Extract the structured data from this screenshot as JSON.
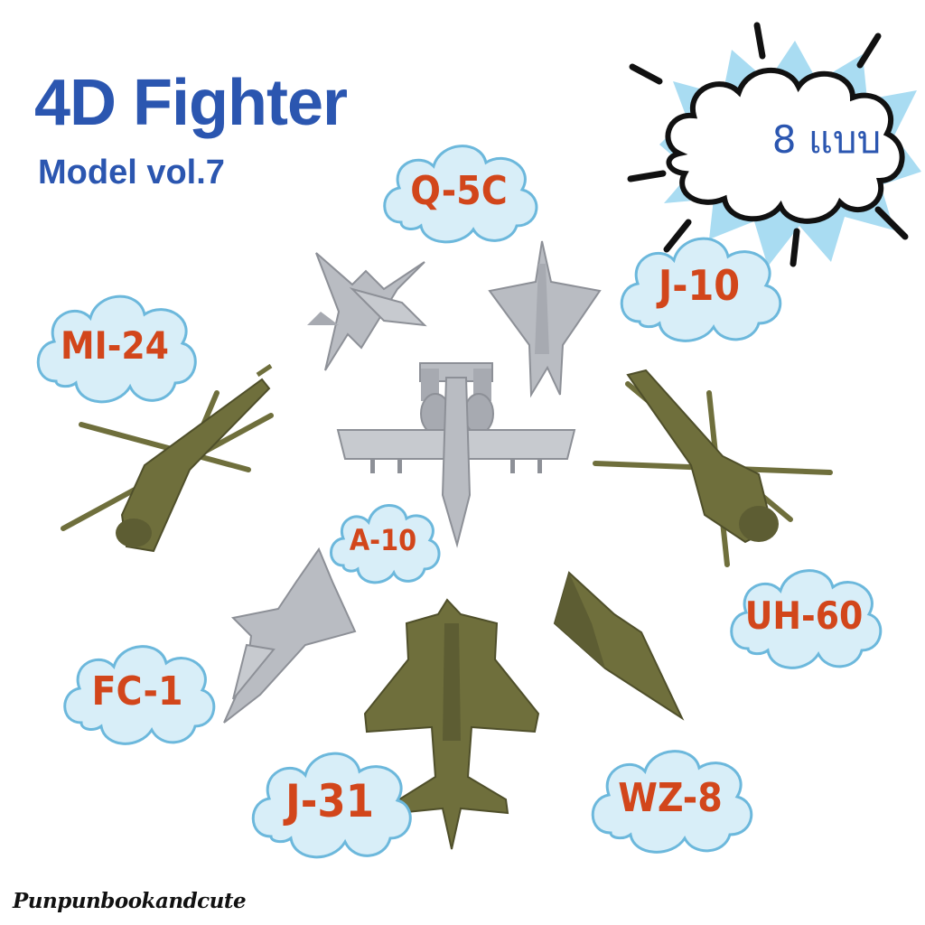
{
  "poster": {
    "title": "4D Fighter",
    "subtitle": "Model vol.7",
    "badge": "8 แบบ",
    "watermark": "Punpunbookandcute"
  },
  "models": [
    {
      "name": "Q-5C"
    },
    {
      "name": "J-10"
    },
    {
      "name": "MI-24"
    },
    {
      "name": "A-10"
    },
    {
      "name": "UH-60"
    },
    {
      "name": "FC-1"
    },
    {
      "name": "J-31"
    },
    {
      "name": "WZ-8"
    }
  ],
  "colors": {
    "title_blue": "#2b56b0",
    "label_orange": "#d2461b",
    "cloud_fill": "#d8eef8",
    "cloud_stroke": "#6cb8dc",
    "badge_splash": "#a9dcf2",
    "model_grey": "#b9bcc2",
    "model_olive": "#6f6f3c"
  }
}
